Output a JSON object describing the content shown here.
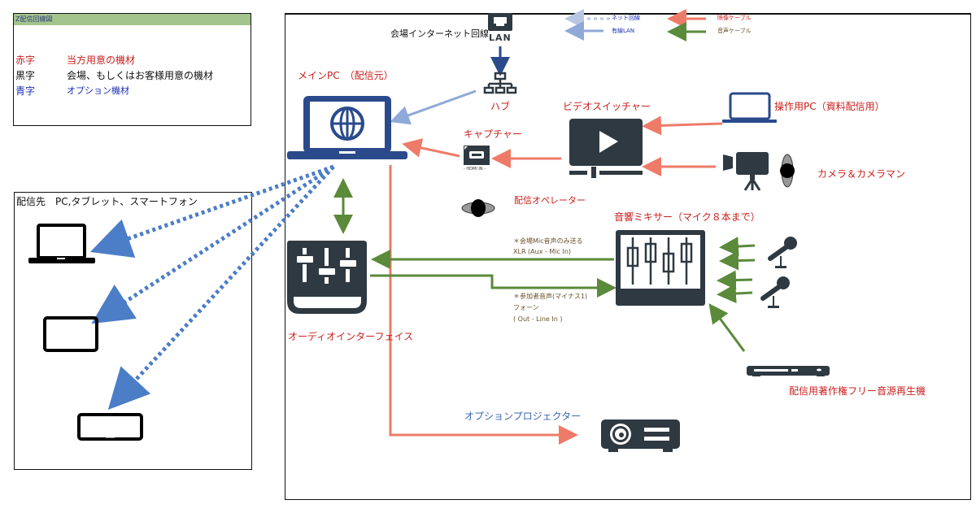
{
  "legend": {
    "header": "Z配信回線図",
    "rows": [
      {
        "key": "赤字",
        "desc": "当方用意の機材",
        "color": "#c8211e"
      },
      {
        "key": "黒字",
        "desc": "会場、もしくはお客様用意の機材",
        "color": "#111111"
      },
      {
        "key": "青字",
        "desc": "オプション機材",
        "color": "#1d2fb5"
      }
    ]
  },
  "line_legend": {
    "net_line": "ネット回線",
    "wired_lan": "有線LAN",
    "video_cable": "映像ケーブル",
    "audio_cable": "音声ケーブル"
  },
  "colors": {
    "video": "#ee7b68",
    "audio": "#5a8a3a",
    "lan": "#8fa9d8",
    "net": "#4c7dc7",
    "device": "#2f3942",
    "pc_blue": "#2a4a8c"
  },
  "destination": {
    "title": "配信先　PC,タブレット、スマートフォン",
    "devices": [
      "laptop",
      "tablet",
      "smartphone"
    ]
  },
  "nodes": {
    "venue_internet": "会場インターネット回線",
    "lan_label": "LAN",
    "hub": "ハブ",
    "main_pc": "メインPC　（配信元）",
    "capture": "キャプチャー",
    "hdmi_in": "- HDMI IN -",
    "video_switcher": "ビデオスイッチャー",
    "operation_pc": "操作用PC（資料配信用）",
    "camera": "カメラ＆カメラマン",
    "operator": "配信オペレーター",
    "audio_mixer": "音響ミキサー（マイク８本まで）",
    "audio_interface": "オーディオインターフェイス",
    "projector": "オプションプロジェクター",
    "music_player": "配信用著作権フリー音源再生機"
  },
  "connections": {
    "xlr_note1": "＊会場Mic音声のみ送る",
    "xlr_note2": "XLR (Aux - Mic In)",
    "phone_note1": "＊参加者音声(マイナス1)",
    "phone_note2": "フォーン",
    "phone_note3": "( Out - Line In )"
  }
}
